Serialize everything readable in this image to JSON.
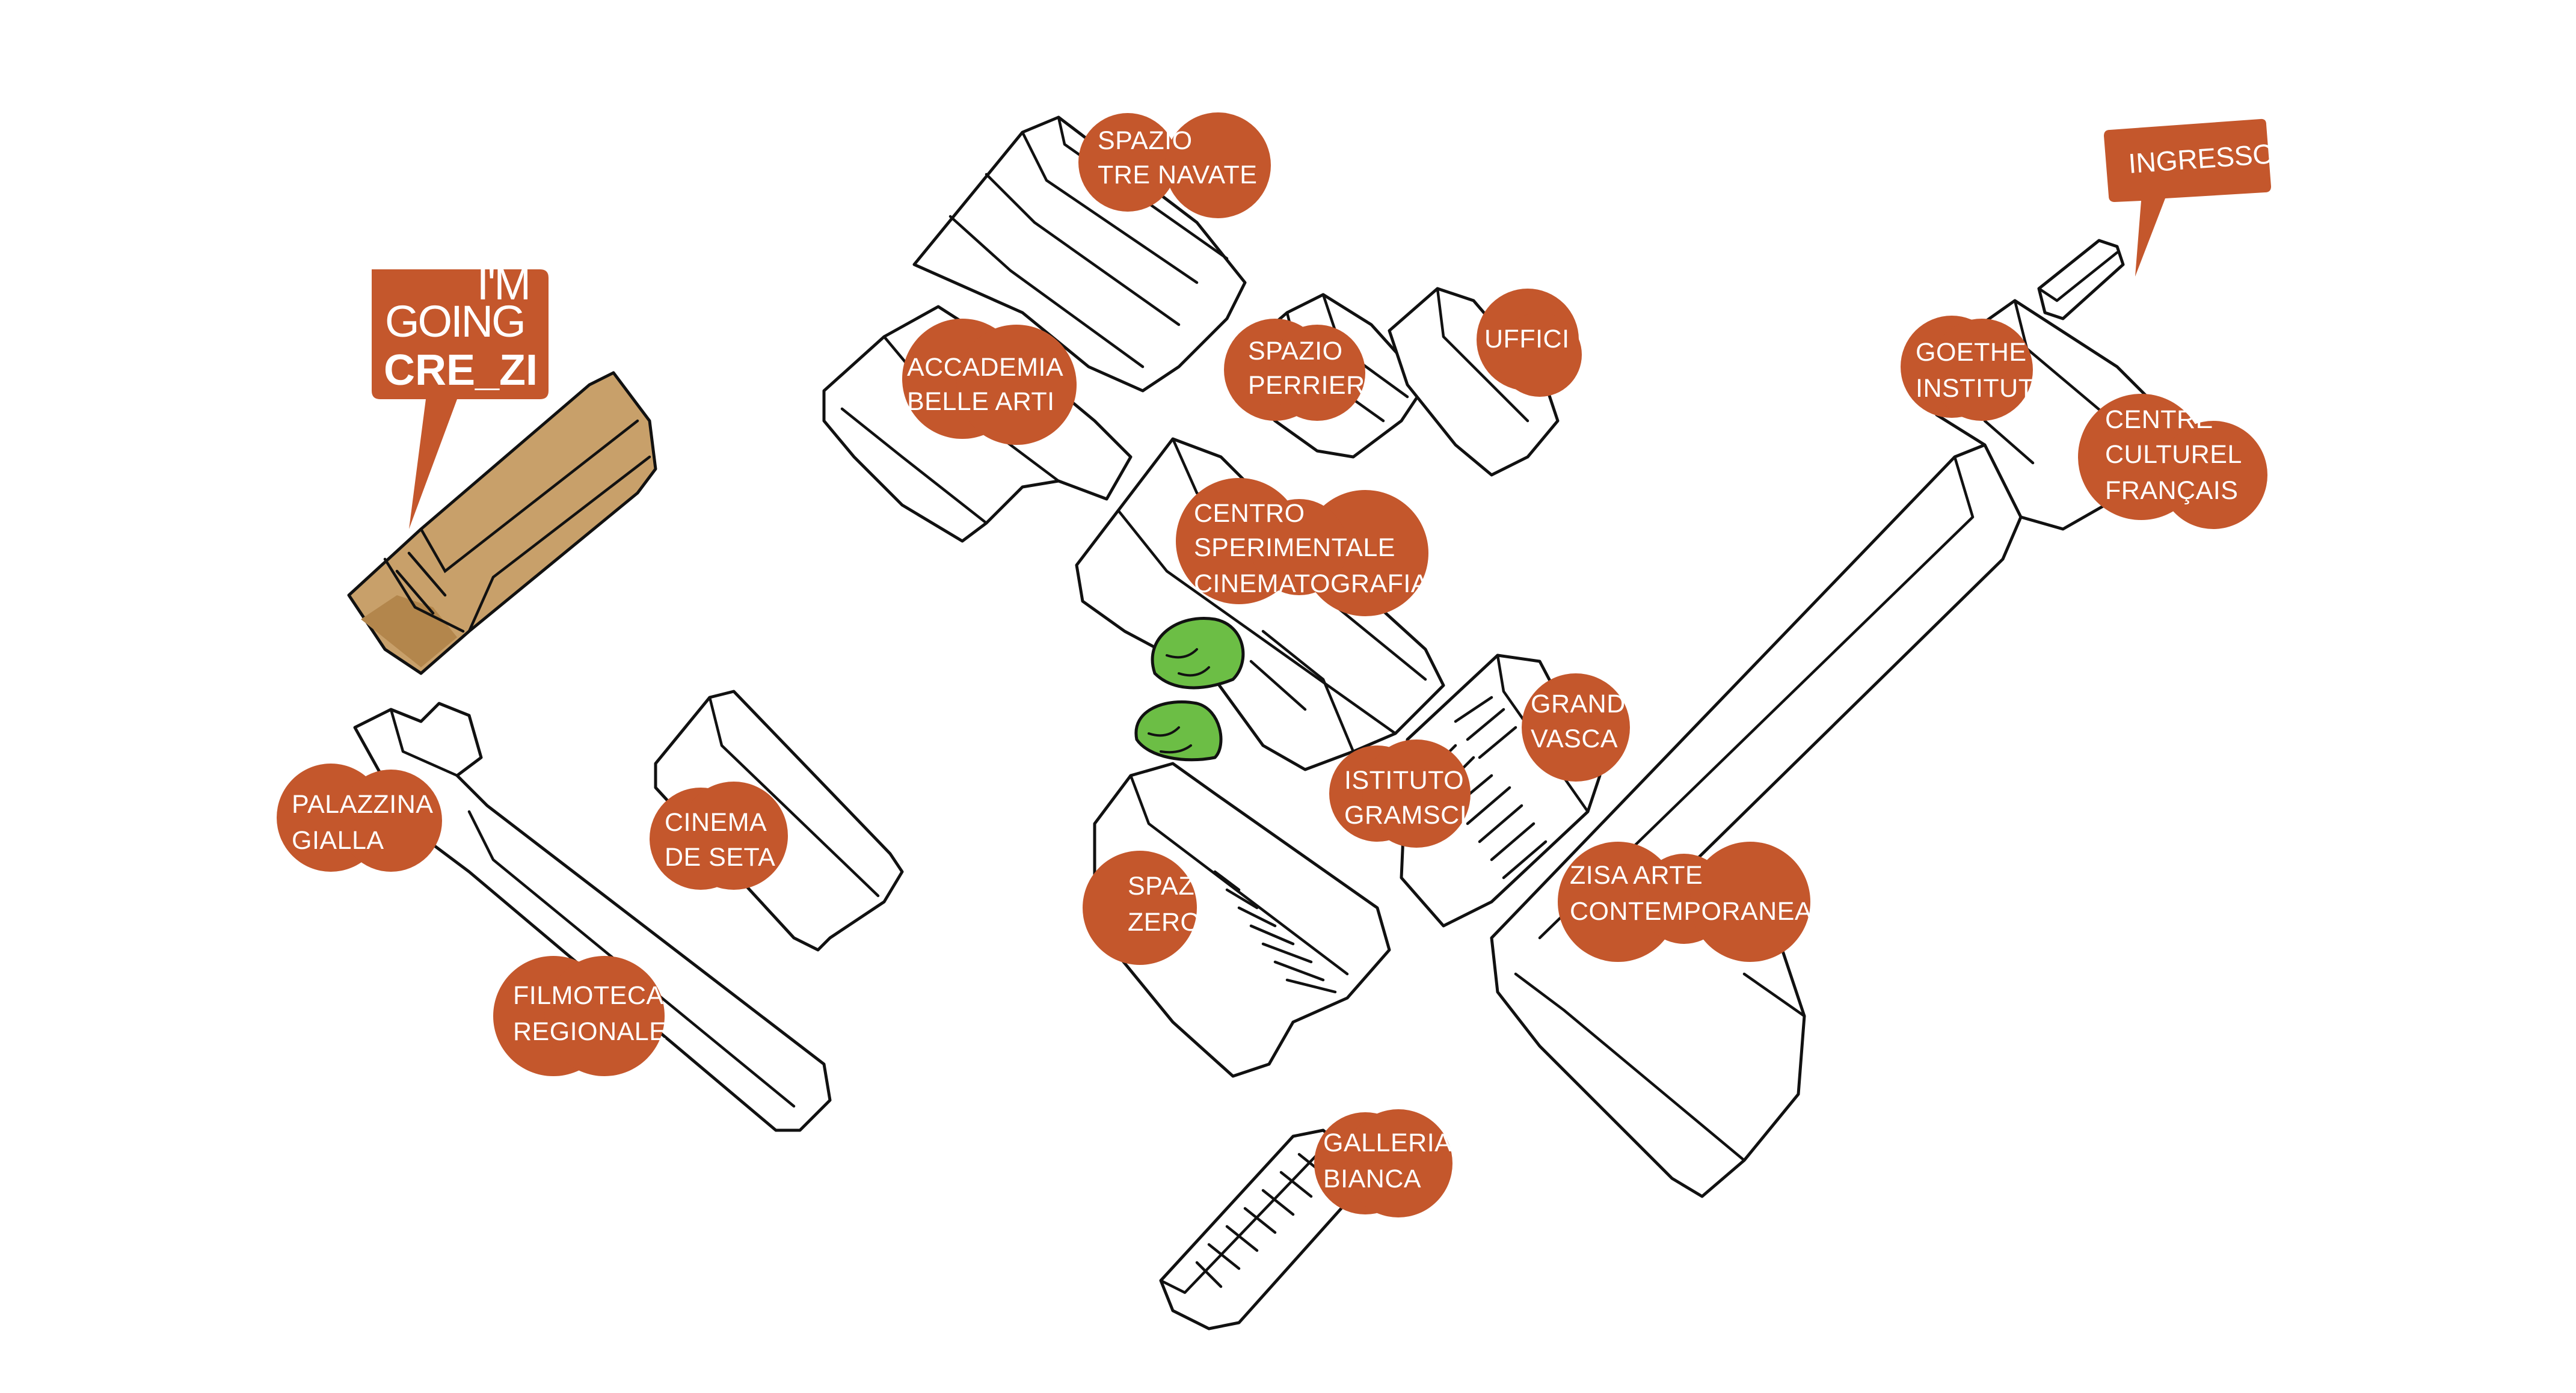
{
  "callout": {
    "line1": "I'M",
    "line2": "GOING",
    "line3": "CRE_ZI"
  },
  "entrance": {
    "label": "INGRESSO"
  },
  "locations": {
    "spazio_tre_navate": {
      "line1": "SPAZIO",
      "line2": "TRE NAVATE"
    },
    "accademia_belle_arti": {
      "line1": "ACCADEMIA",
      "line2": "BELLE ARTI"
    },
    "spazio_perriera": {
      "line1": "SPAZIO",
      "line2": "PERRIERA"
    },
    "uffici": {
      "line1": "UFFICI"
    },
    "goethe_institut": {
      "line1": "GOETHE",
      "line2": "INSTITUT"
    },
    "centre_culturel_francais": {
      "line1": "CENTRE",
      "line2": "CULTUREL",
      "line3": "FRANÇAIS"
    },
    "centro_sperimentale": {
      "line1": "CENTRO",
      "line2": "SPERIMENTALE",
      "line3": "CINEMATOGRAFIA"
    },
    "grande_vasca": {
      "line1": "GRANDE",
      "line2": "VASCA"
    },
    "istituto_gramsci": {
      "line1": "ISTITUTO",
      "line2": "GRAMSCI"
    },
    "palazzina_gialla": {
      "line1": "PALAZZINA",
      "line2": "GIALLA"
    },
    "cinema_de_seta": {
      "line1": "CINEMA",
      "line2": "DE SETA"
    },
    "spazio_zero": {
      "line1": "SPAZIO",
      "line2": "ZERO"
    },
    "zisa_arte": {
      "line1": "ZISA ARTE",
      "line2": "CONTEMPORANEA"
    },
    "filmoteca_regionale": {
      "line1": "FILMOTECA",
      "line2": "REGIONALE"
    },
    "galleria_bianca": {
      "line1": "GALLERIA",
      "line2": "BIANCA"
    }
  },
  "colors": {
    "label_fill": "#c4572c",
    "highlight_building": "#c8a06a",
    "tree": "#6cbe45",
    "outline": "#111111"
  }
}
